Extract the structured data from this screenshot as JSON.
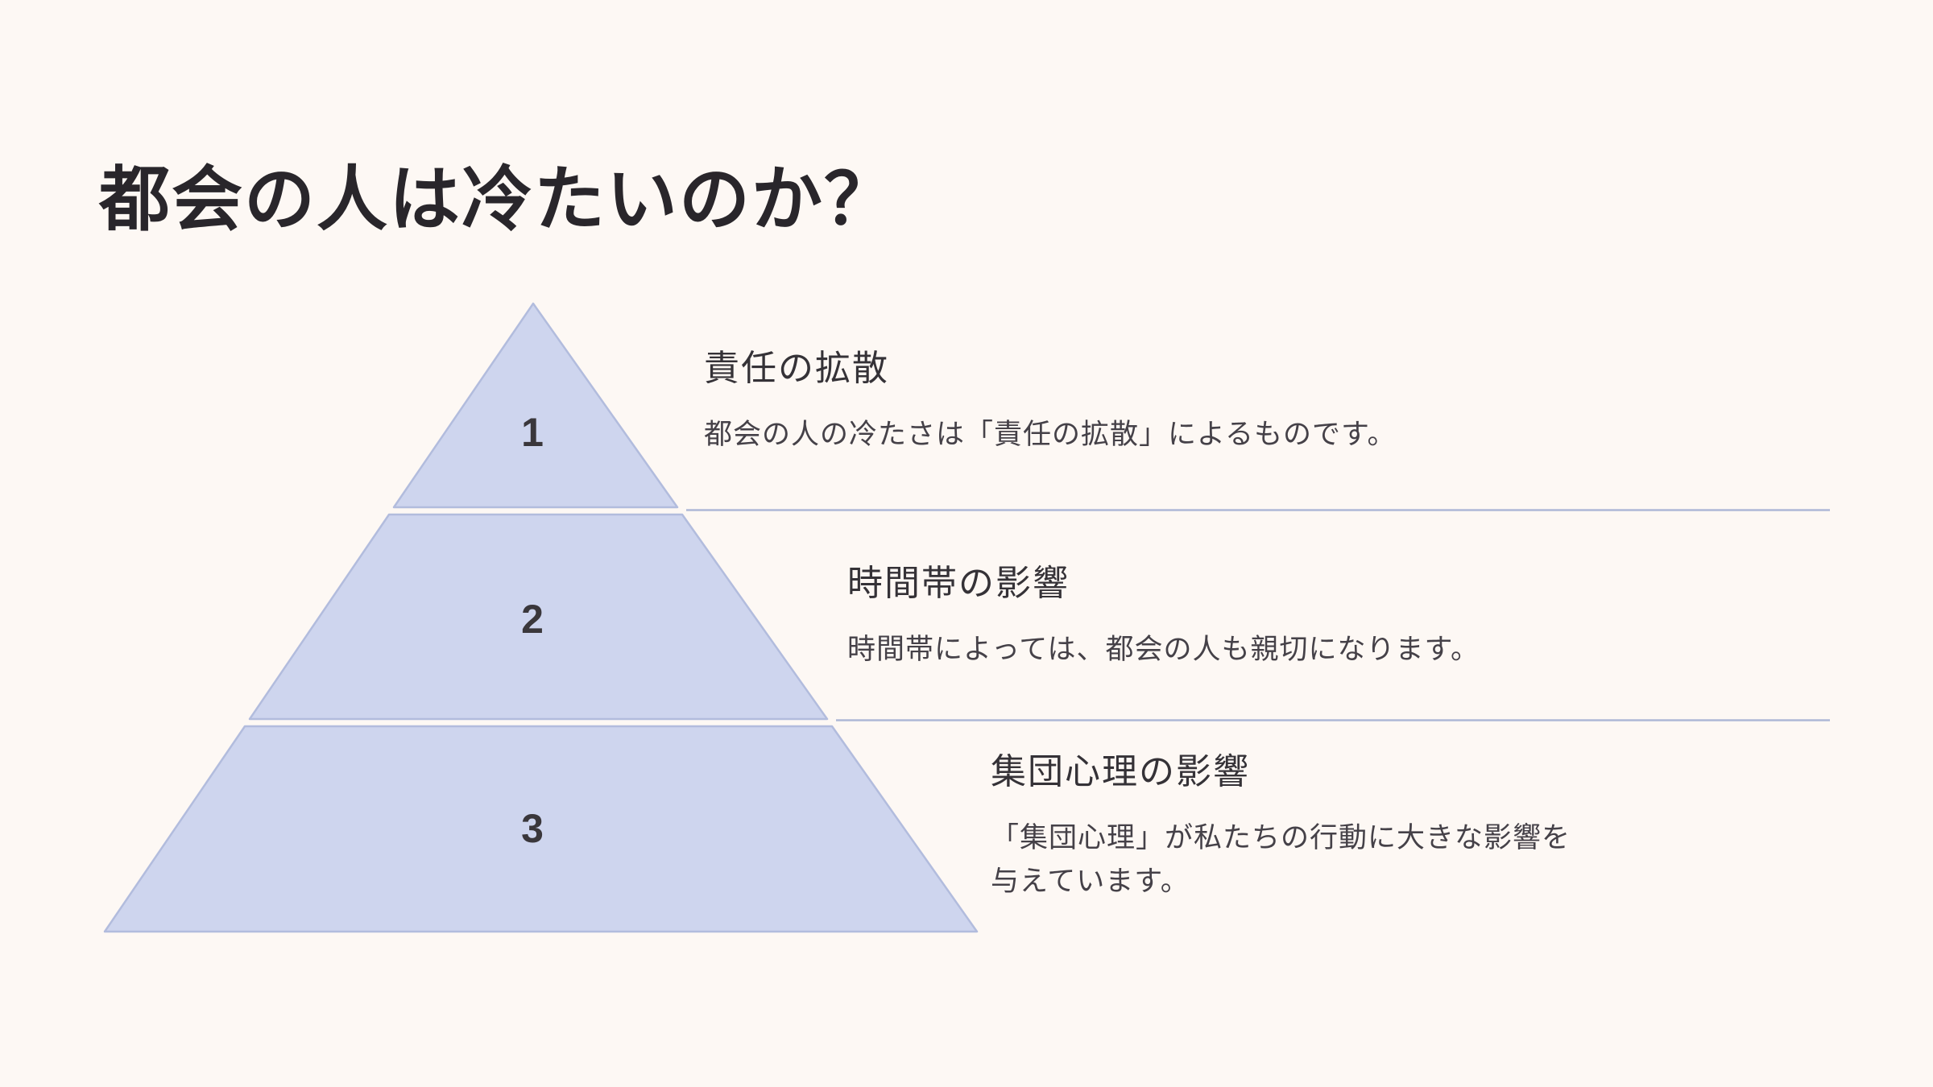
{
  "slide": {
    "title": "都会の人は冷たいのか？"
  },
  "pyramid": {
    "tiers": [
      {
        "number": "1",
        "label": "責任の拡散"
      },
      {
        "number": "2",
        "label": "時間帯の影響"
      },
      {
        "number": "3",
        "label": "集団心理の影響"
      }
    ]
  },
  "sections": [
    {
      "number": "1",
      "heading": "責任の拡散",
      "body": "都会の人の冷たさは「責任の拡散」によるものです。"
    },
    {
      "number": "2",
      "heading": "時間帯の影響",
      "body": "時間帯によっては、都会の人も親切になります。"
    },
    {
      "number": "3",
      "heading": "集団心理の影響",
      "body": "「集団心理」が私たちの行動に大きな影響を\n与えています。"
    }
  ],
  "colors": {
    "background": "#fdf8f4",
    "pyramid_fill": "#ced5ee",
    "pyramid_stroke": "#b2bcdd",
    "divider": "#aeb8d6",
    "title_text": "#29262b",
    "heading_text": "#353237",
    "body_text": "#454148",
    "number_text": "#3a373b"
  }
}
